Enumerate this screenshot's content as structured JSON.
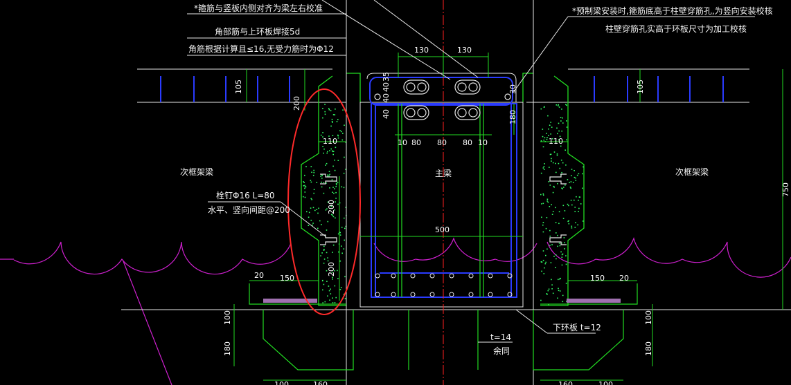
{
  "colors": {
    "background": "#000000",
    "white_line": "#e8e8e8",
    "green_line": "#22dd22",
    "concrete_speckle": "#33ff66",
    "rebar_blue": "#2a3bff",
    "axis_red": "#ff2020",
    "magenta": "#d020d0",
    "highlight_ellipse": "#ff2a2a",
    "plate_purple": "#a070b0"
  },
  "notes": {
    "note1": "*箍筋与竖板内侧对齐为梁左右校准",
    "note2": "角部筋与上环板焊接5d",
    "note3": "角筋根据计算且≤16,无受力筋时为Φ12",
    "note4": "*预制梁安装时,箍筋底高于柱壁穿筋孔,为竖向安装校核",
    "note5": "柱壁穿筋孔实高于环板尺寸为加工校核"
  },
  "labels": {
    "left_beam": "次框架梁",
    "right_beam": "次框架梁",
    "main_beam": "主梁",
    "stud_spec": "栓钉Φ16   L=80",
    "stud_spacing": "水平、竖向间距@200",
    "lower_ring_plate": "下环板 t=12",
    "plate_thickness": "t=14",
    "remaining": "余同"
  },
  "dims": {
    "top_130_left": "130",
    "top_130_right": "130",
    "v_35": "35",
    "v_40a": "40",
    "v_40b": "40",
    "v_40c": "40",
    "v_30": "30",
    "left_105": "105",
    "right_105": "105",
    "v_200_top": "200",
    "v_180": "180",
    "h_10a": "10",
    "h_80a": "80",
    "h_80b": "80",
    "h_80c": "80",
    "h_10b": "10",
    "left_110": "110",
    "right_110": "110",
    "v_200_mid": "200",
    "v_200_low": "200",
    "width_500": "500",
    "right_750": "750",
    "left_20": "20",
    "left_150": "150",
    "right_150": "150",
    "right_20": "20",
    "left_100": "100",
    "left_180": "180",
    "right_100": "100",
    "right_180": "180",
    "bot_100a": "100",
    "bot_160a": "160",
    "bot_160b": "160",
    "bot_100b": "100"
  }
}
